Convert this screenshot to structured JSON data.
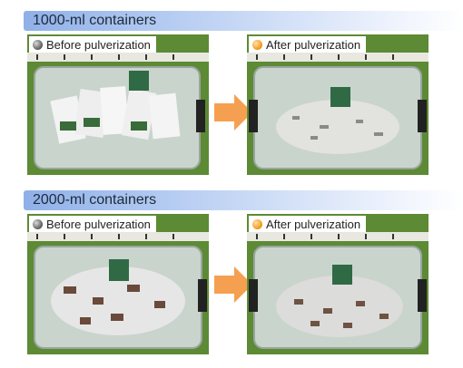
{
  "sections": [
    {
      "title": "1000-ml containers",
      "before_label": "Before pulverization",
      "after_label": "After pulverization"
    },
    {
      "title": "2000-ml containers",
      "before_label": "Before pulverization",
      "after_label": "After pulverization"
    }
  ],
  "colors": {
    "before_dot": "#555555",
    "after_dot": "#f49a1a",
    "arrow": "#f5a050"
  }
}
